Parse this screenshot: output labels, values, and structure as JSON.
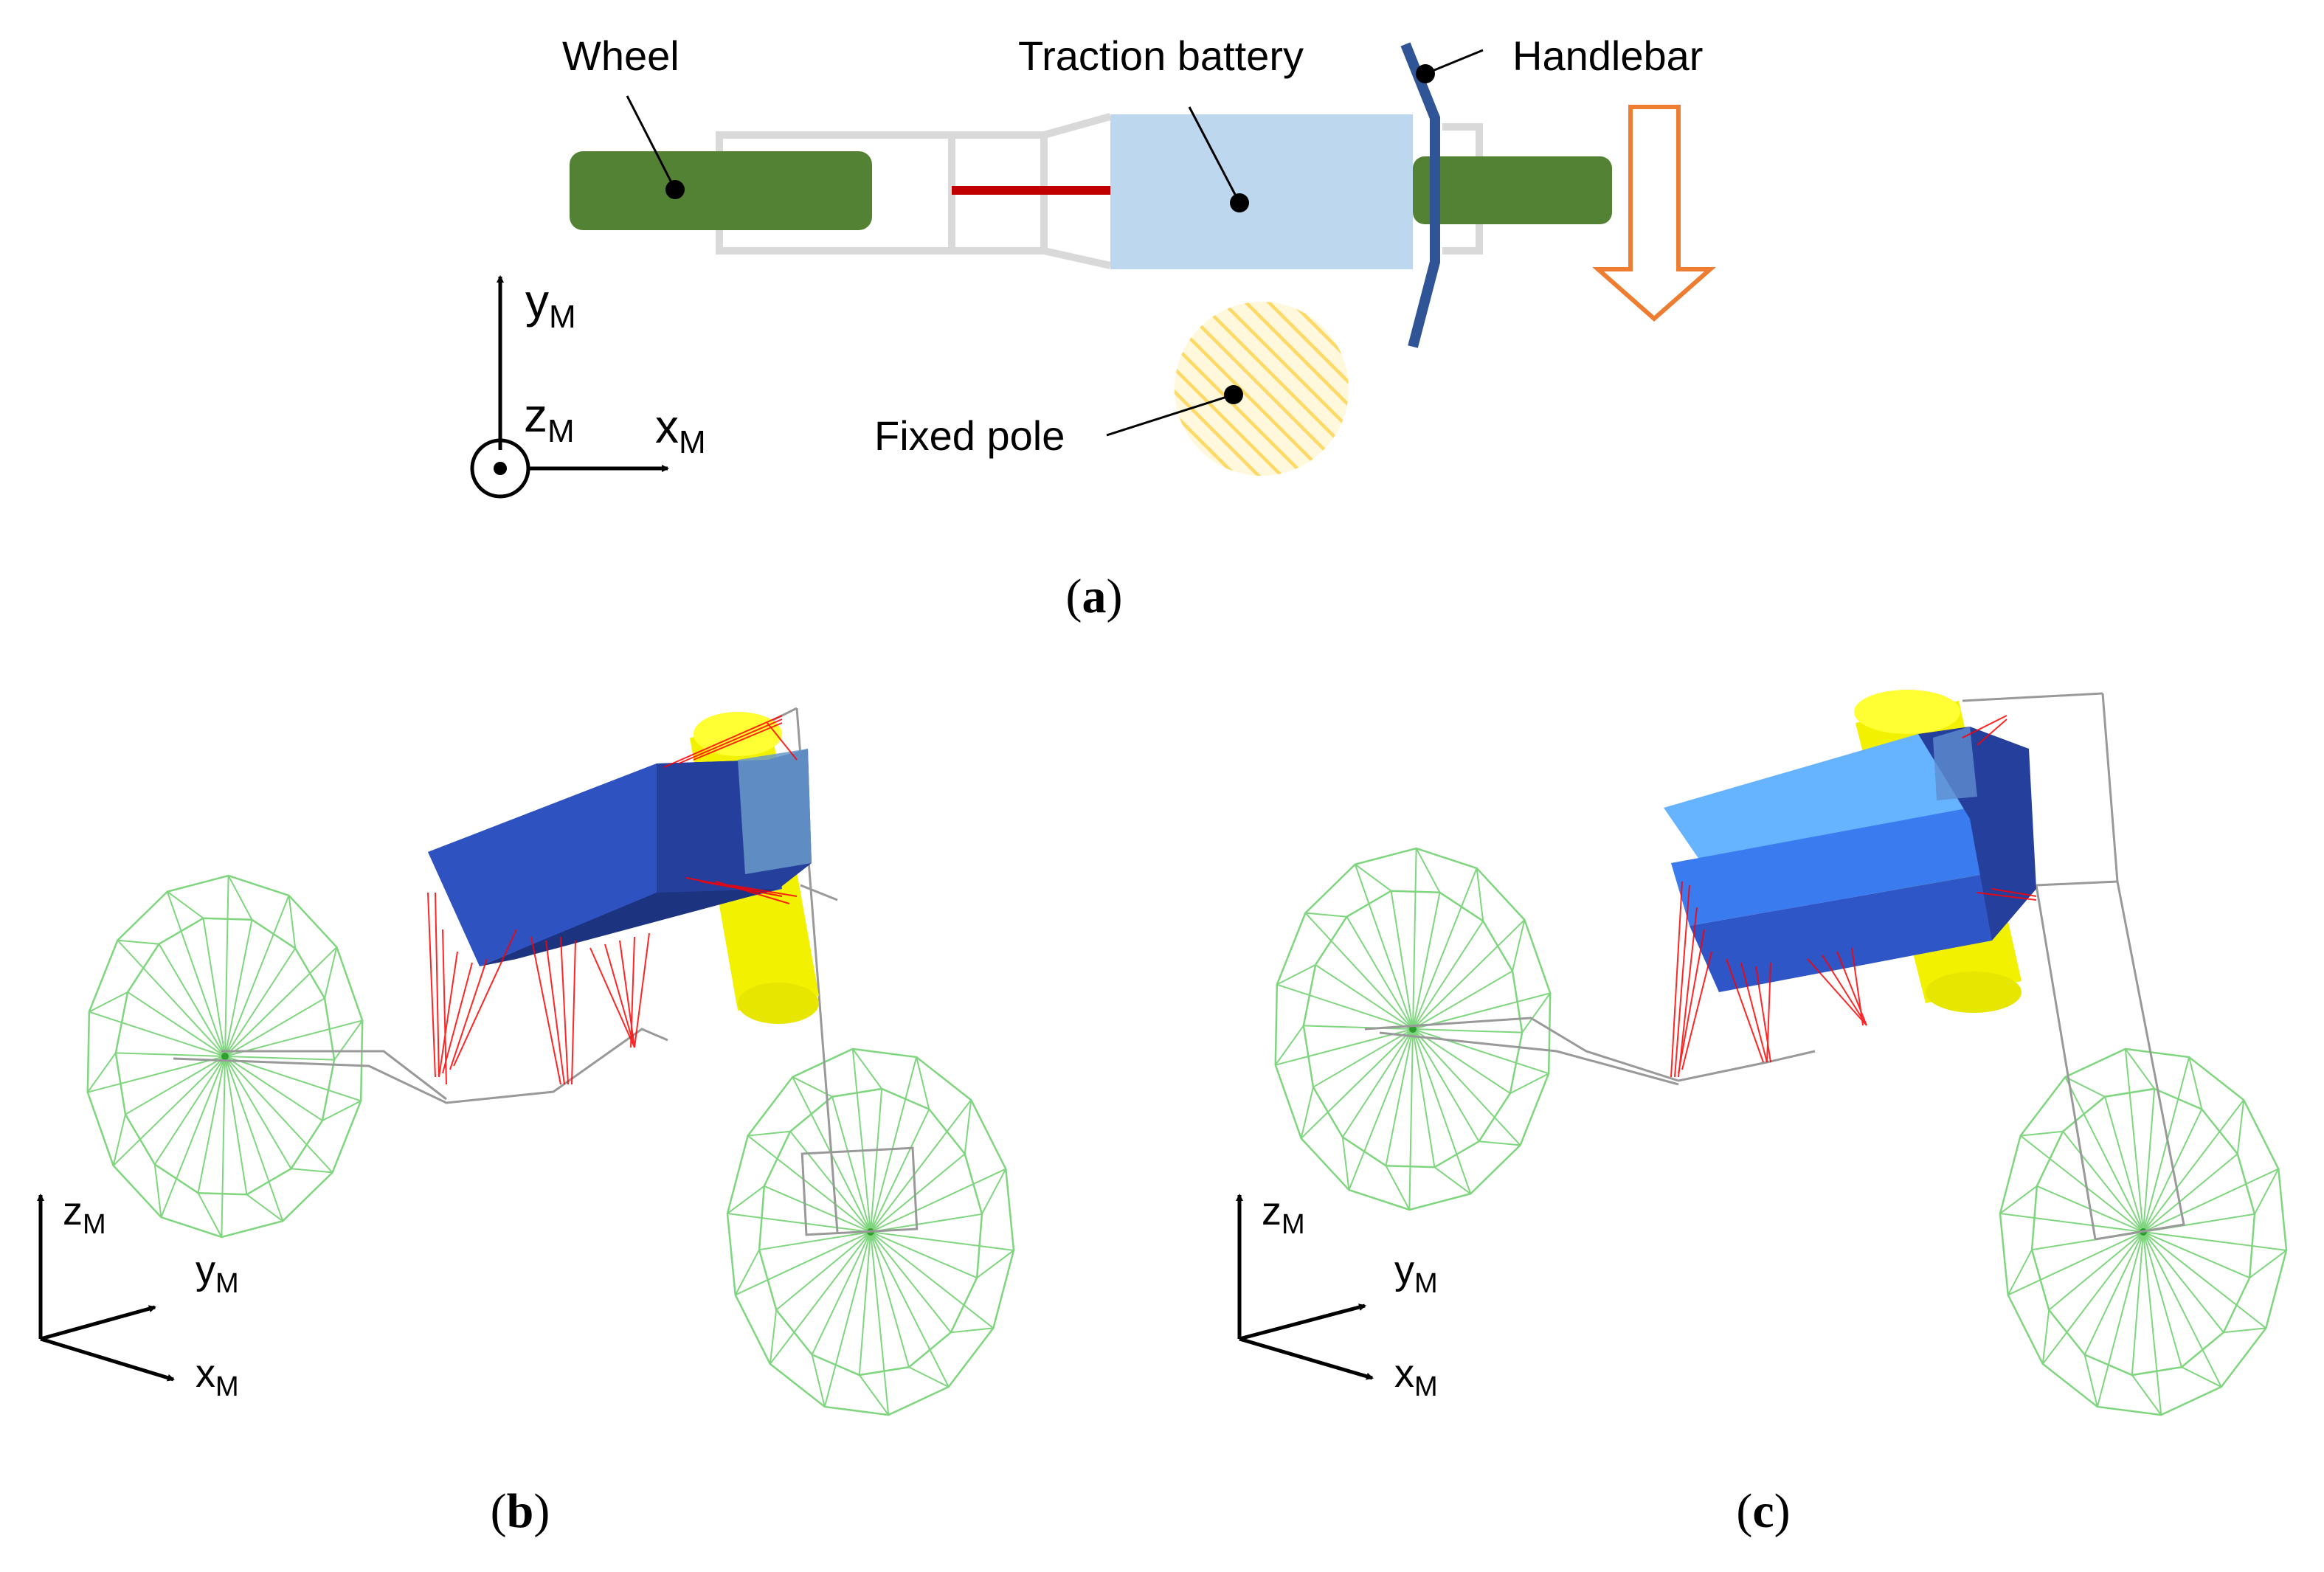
{
  "panel_a": {
    "labels": {
      "wheel": "Wheel",
      "traction_battery": "Traction battery",
      "handlebar": "Handlebar",
      "fixed_pole": "Fixed pole"
    },
    "axes": {
      "y": "y",
      "y_sub": "M",
      "z": "z",
      "z_sub": "M",
      "x": "x",
      "x_sub": "M"
    },
    "caption": {
      "open": "(",
      "letter": "a",
      "close": ")"
    }
  },
  "panel_b": {
    "axes": {
      "z": "z",
      "z_sub": "M",
      "y": "y",
      "y_sub": "M",
      "x": "x",
      "x_sub": "M"
    },
    "caption": {
      "open": "(",
      "letter": "b",
      "close": ")"
    }
  },
  "panel_c": {
    "axes": {
      "z": "z",
      "z_sub": "M",
      "y": "y",
      "y_sub": "M",
      "x": "x",
      "x_sub": "M"
    },
    "caption": {
      "open": "(",
      "letter": "c",
      "close": ")"
    }
  },
  "colors": {
    "wheel": "#548235",
    "battery": "#bdd7ee",
    "frame": "#d9d9d9",
    "link": "#c00000",
    "handlebar": "#2f5597",
    "arrow": "#ed7d31",
    "pole": "#ffd966",
    "wire_wheel": "#7fd67f",
    "battery_3d": "#2e56c6",
    "battery_3d_light": "#66b3ff",
    "pole_3d": "#f2f200",
    "spring": "#ff0000"
  }
}
